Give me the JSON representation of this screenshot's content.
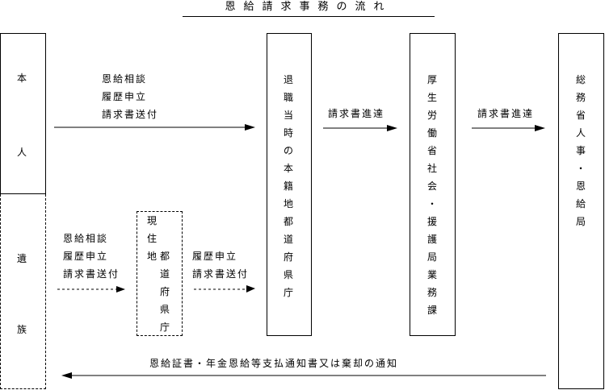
{
  "title": "恩給請求事務の流れ",
  "honnin": {
    "chars": [
      "本",
      "人"
    ]
  },
  "izoku": {
    "chars": [
      "遺",
      "族"
    ]
  },
  "honnin_actions": [
    "恩給相談",
    "履歴申立",
    "請求書送付"
  ],
  "izoku_actions": [
    "恩給相談",
    "履歴申立",
    "請求書送付"
  ],
  "genjuchi": {
    "line1": [
      "現",
      "住",
      "地"
    ],
    "line2": [
      "都",
      "道",
      "府",
      "県",
      "庁"
    ]
  },
  "genjuchi_actions": [
    "履歴申立",
    "請求書送付"
  ],
  "prefecture": {
    "chars": [
      "退",
      "職",
      "当",
      "時",
      "の",
      "本",
      "籍",
      "地",
      "都",
      "道",
      "府",
      "県",
      "庁"
    ]
  },
  "pref_to_mhlw": "請求書進達",
  "mhlw": {
    "chars": [
      "厚",
      "生",
      "労",
      "働",
      "省",
      "社",
      "会",
      "・",
      "援",
      "護",
      "局",
      "業",
      "務",
      "課"
    ]
  },
  "mhlw_to_mic": "請求書進達",
  "mic": {
    "chars": [
      "総",
      "務",
      "省",
      "人",
      "事",
      "・",
      "恩",
      "給",
      "局"
    ]
  },
  "bottom_notice": "恩給証書・年金恩給等支払通知書又は棄却の通知"
}
